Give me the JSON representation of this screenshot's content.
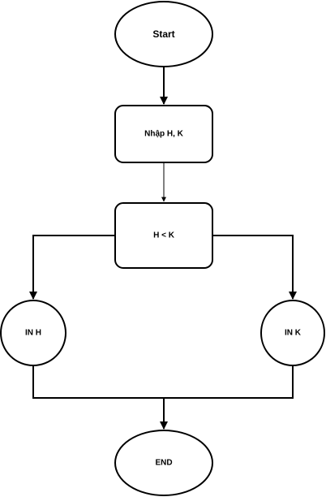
{
  "nodes": {
    "start": "Start",
    "input": "Nhập H, K",
    "condition": "H < K",
    "print_h": "IN H",
    "print_k": "IN K",
    "end": "END"
  }
}
